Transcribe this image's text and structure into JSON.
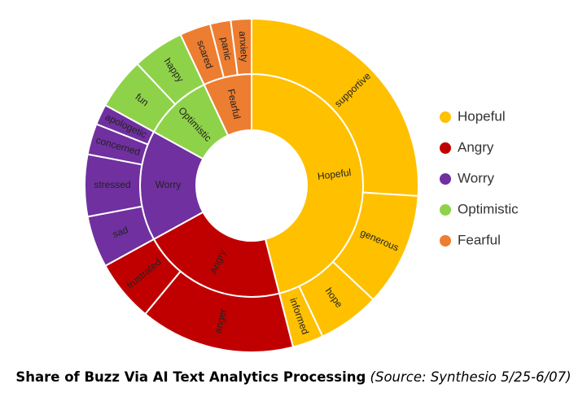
{
  "chart_data": {
    "type": "sunburst",
    "colors": {
      "Hopeful": "#FFC000",
      "Angry": "#C00000",
      "Worry": "#7030A0",
      "Optimistic": "#8ED24A",
      "Fearful": "#ED7D31"
    },
    "inner": [
      {
        "name": "Hopeful",
        "value": 46
      },
      {
        "name": "Angry",
        "value": 21
      },
      {
        "name": "Worry",
        "value": 16
      },
      {
        "name": "Optimistic",
        "value": 10
      },
      {
        "name": "Fearful",
        "value": 7
      }
    ],
    "outer": [
      {
        "name": "supportive",
        "parent": "Hopeful",
        "value": 26
      },
      {
        "name": "generous",
        "parent": "Hopeful",
        "value": 11
      },
      {
        "name": "hope",
        "parent": "Hopeful",
        "value": 6
      },
      {
        "name": "informed",
        "parent": "Hopeful",
        "value": 3
      },
      {
        "name": "anger",
        "parent": "Angry",
        "value": 15
      },
      {
        "name": "frustrated",
        "parent": "Angry",
        "value": 6
      },
      {
        "name": "sad",
        "parent": "Worry",
        "value": 5
      },
      {
        "name": "stressed",
        "parent": "Worry",
        "value": 6
      },
      {
        "name": "concerned",
        "parent": "Worry",
        "value": 3
      },
      {
        "name": "apologetic",
        "parent": "Worry",
        "value": 2
      },
      {
        "name": "fun",
        "parent": "Optimistic",
        "value": 5
      },
      {
        "name": "happy",
        "parent": "Optimistic",
        "value": 5
      },
      {
        "name": "scared",
        "parent": "Fearful",
        "value": 3
      },
      {
        "name": "panic",
        "parent": "Fearful",
        "value": 2
      },
      {
        "name": "anxiety",
        "parent": "Fearful",
        "value": 2
      }
    ],
    "legend": {
      "placement": "right",
      "entries": [
        "Hopeful",
        "Angry",
        "Worry",
        "Optimistic",
        "Fearful"
      ]
    }
  },
  "caption": {
    "main": "Share of Buzz Via AI Text Analytics Processing",
    "source": "(Source: Synthesio 5/25-6/07)"
  }
}
